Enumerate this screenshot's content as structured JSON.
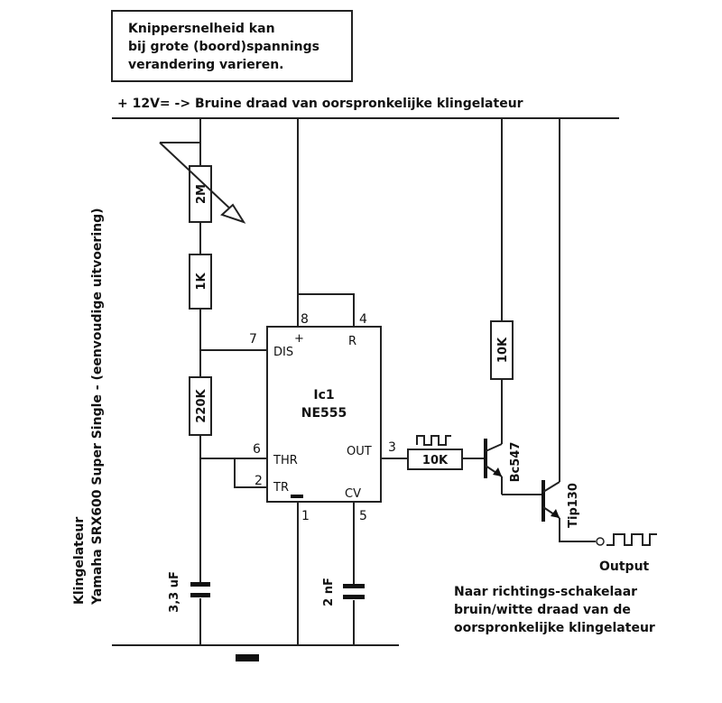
{
  "note": {
    "line1": "Knippersnelheid kan",
    "line2": "bij grote (boord)spannings",
    "line3": "verandering varieren."
  },
  "supply_label": "+ 12V= -> Bruine draad van oorspronkelijke klingelateur",
  "side_label": {
    "line1": "Klingelateur",
    "line2": "Yamaha SRX600 Super Single - (eenvoudige uitvoering)"
  },
  "components": {
    "r_pot": "2M",
    "r1": "1K",
    "r2": "220K",
    "c_timing": "3,3 uF",
    "c_cv": "2 nF",
    "r_base": "10K",
    "r_collector": "10K",
    "q1": "Bc547",
    "q2": "Tip130"
  },
  "ic": {
    "name": "Ic1",
    "part": "NE555",
    "pins": {
      "dis": "DIS",
      "r": "R",
      "thr": "THR",
      "tr": "TR",
      "out": "OUT",
      "cv": "CV",
      "vcc_mark": "+",
      "gnd_mark": "−",
      "n1": "1",
      "n2": "2",
      "n3": "3",
      "n4": "4",
      "n5": "5",
      "n6": "6",
      "n7": "7",
      "n8": "8"
    }
  },
  "output": {
    "label": "Output",
    "desc1": "Naar richtings-schakelaar",
    "desc2": "bruin/witte draad van de",
    "desc3": "oorspronkelijke klingelateur"
  }
}
